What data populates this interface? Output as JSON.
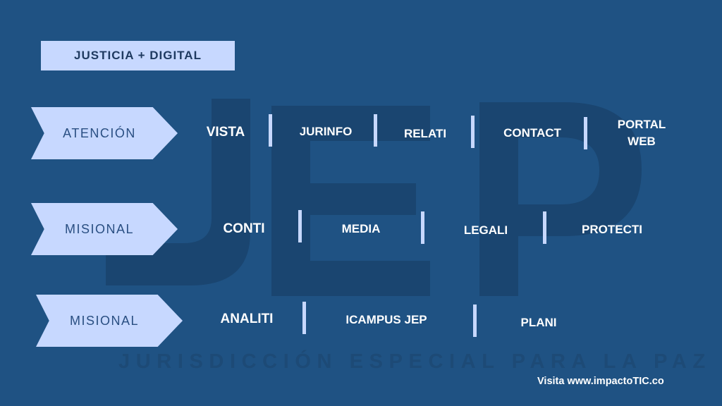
{
  "title": "JUSTICIA + DIGITAL",
  "rows": [
    {
      "label": "ATENCIÓN",
      "items": [
        "VISTA",
        "JURINFO",
        "RELATI",
        "CONTACT",
        "PORTAL\nWEB"
      ]
    },
    {
      "label": "MISIONAL",
      "items": [
        "CONTI",
        "MEDIA",
        "LEGALI",
        "PROTECTI"
      ]
    },
    {
      "label": "MISIONAL",
      "items": [
        "ANALITI",
        "ICAMPUS JEP",
        "PLANI"
      ]
    }
  ],
  "watermark": {
    "logo": "JEP",
    "tagline": "JURISDICCIÓN ESPECIAL PARA LA PAZ"
  },
  "footer": "Visita www.impactoTIC.co",
  "colors": {
    "background": "#1f5283",
    "accent": "#c7d8ff",
    "watermark": "#1a4570"
  }
}
